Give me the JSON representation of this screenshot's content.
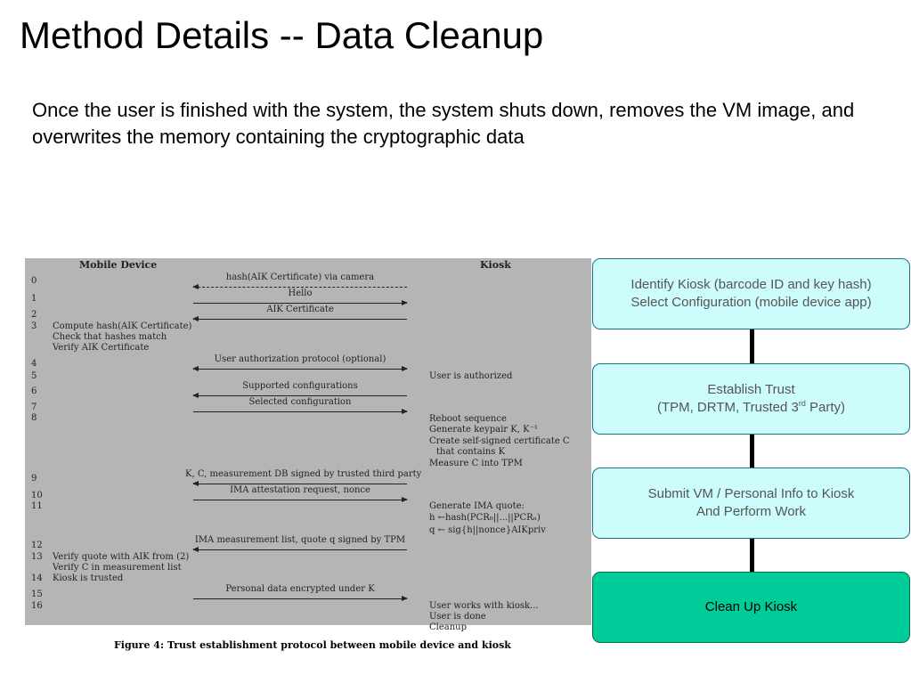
{
  "slide": {
    "title": "Method Details -- Data Cleanup",
    "intro": "Once the user is finished with the system, the system shuts down, removes the VM image, and overwrites the memory containing the cryptographic data"
  },
  "figure": {
    "headers": {
      "mobile": "Mobile Device",
      "kiosk": "Kiosk"
    },
    "step_numbers": [
      "0",
      "1",
      "2",
      "3",
      "4",
      "5",
      "6",
      "7",
      "8",
      "9",
      "10",
      "11",
      "12",
      "13",
      "14",
      "15",
      "16"
    ],
    "messages": [
      "hash(AIK Certificate) via camera",
      "Hello",
      "AIK Certificate",
      "User authorization protocol (optional)",
      "Supported configurations",
      "Selected configuration",
      "K, C, measurement DB signed by trusted third party",
      "IMA attestation request, nonce",
      "IMA measurement list, quote q signed by TPM",
      "Personal data encrypted under K"
    ],
    "mobile_notes": [
      "Compute hash(AIK Certificate)",
      "Check that hashes match",
      "Verify AIK Certificate",
      "Verify quote with AIK from (2)",
      "Verify C in measurement list",
      "Kiosk is trusted"
    ],
    "kiosk_notes": [
      "User is authorized",
      "Reboot sequence",
      "Generate keypair K, K⁻¹",
      "Create self-signed certificate C",
      "that contains K",
      "Measure C into TPM",
      "Generate IMA quote:",
      "h ←hash(PCR₀||...||PCRₙ)",
      "q ← sig{h||nonce}AIKpriv",
      "User works with kiosk...",
      "User is done",
      "Cleanup"
    ],
    "caption": "Figure 4: Trust establishment protocol between mobile device and kiosk"
  },
  "flow": {
    "box1": {
      "line1": "Identify Kiosk (barcode ID and key hash)",
      "line2": "Select Configuration (mobile device app)"
    },
    "box2": {
      "line1": "Establish Trust",
      "line2a": "(TPM, DRTM, Trusted 3",
      "sup": "rd",
      "line2b": " Party)"
    },
    "box3": {
      "line1": "Submit VM / Personal Info to Kiosk",
      "line2": "And Perform Work"
    },
    "box4": {
      "line1": "Clean Up Kiosk"
    }
  },
  "colors": {
    "box_fill": "#ccfcfc",
    "active_box_fill": "#00cc99",
    "figure_bg": "#b5b5b5"
  }
}
